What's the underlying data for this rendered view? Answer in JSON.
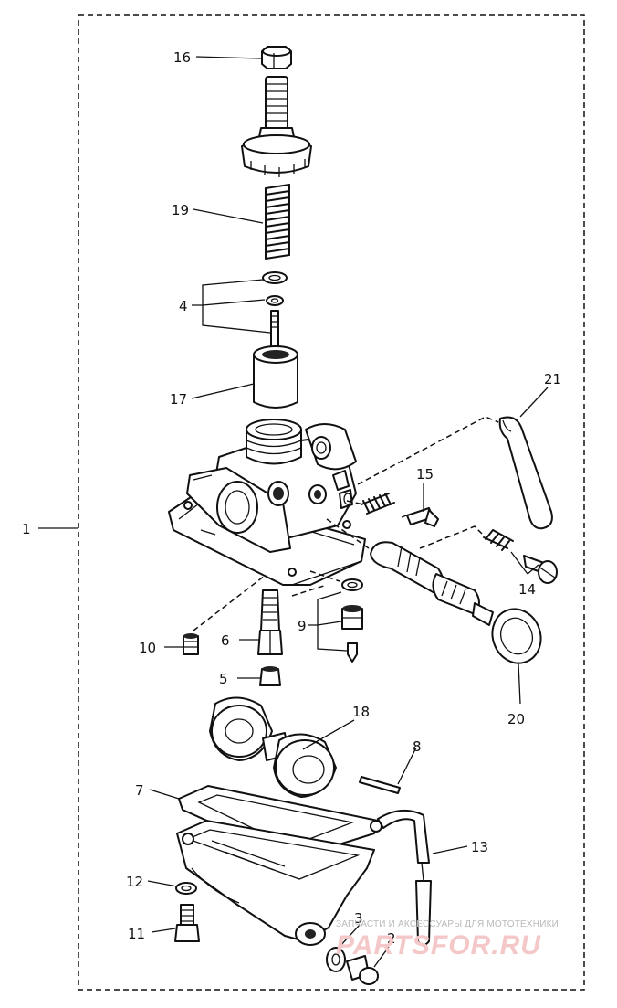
{
  "diagram": {
    "labels": {
      "l1": "1",
      "l2": "2",
      "l3": "3",
      "l4": "4",
      "l5": "5",
      "l6": "6",
      "l7": "7",
      "l8": "8",
      "l9": "9",
      "l10": "10",
      "l11": "11",
      "l12": "12",
      "l13": "13",
      "l14": "14",
      "l15": "15",
      "l16": "16",
      "l17": "17",
      "l18": "18",
      "l19": "19",
      "l20": "20",
      "l21": "21"
    }
  },
  "watermark": {
    "caption": "ЗАПЧАСТИ И АКСЕССУАРЫ ДЛЯ МОТОТЕХНИКИ",
    "logo": "PARTSFOR.RU"
  }
}
